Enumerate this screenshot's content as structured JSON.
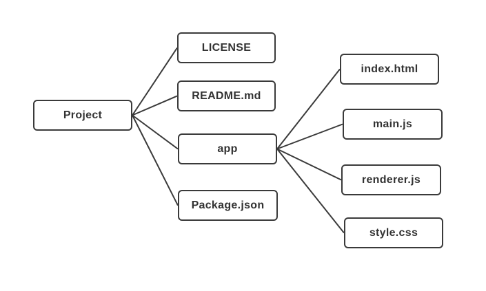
{
  "diagram": {
    "title": "Project file structure tree",
    "type": "tree",
    "nodes": [
      {
        "id": "project",
        "label": "Project"
      },
      {
        "id": "license",
        "label": "LICENSE"
      },
      {
        "id": "readme",
        "label": "README.md"
      },
      {
        "id": "app",
        "label": "app"
      },
      {
        "id": "package",
        "label": "Package.json"
      },
      {
        "id": "index",
        "label": "index.html"
      },
      {
        "id": "main",
        "label": "main.js"
      },
      {
        "id": "renderer",
        "label": "renderer.js"
      },
      {
        "id": "style",
        "label": "style.css"
      }
    ],
    "edges": [
      {
        "from": "project",
        "to": "license"
      },
      {
        "from": "project",
        "to": "readme"
      },
      {
        "from": "project",
        "to": "app"
      },
      {
        "from": "project",
        "to": "package"
      },
      {
        "from": "app",
        "to": "index"
      },
      {
        "from": "app",
        "to": "main"
      },
      {
        "from": "app",
        "to": "renderer"
      },
      {
        "from": "app",
        "to": "style"
      }
    ],
    "colors": {
      "background": "#ffffff",
      "node_fill": "#ffffff",
      "node_border": "#3a3a3a",
      "node_text": "#333333",
      "edge_stroke": "#3a3a3a"
    }
  }
}
